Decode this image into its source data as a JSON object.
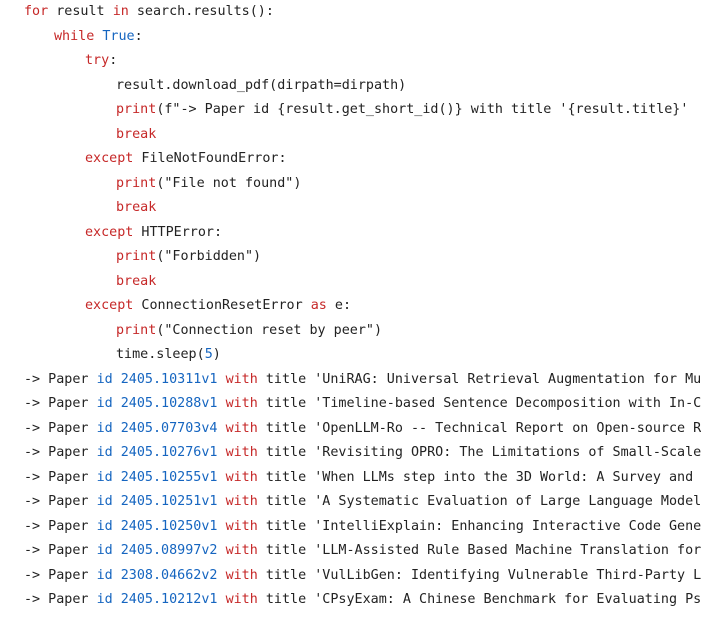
{
  "code": {
    "for_kw": "for",
    "result_var": "result",
    "in_kw": "in",
    "for_iter": "search.results():",
    "while_kw": "while",
    "true_const": "True",
    "while_colon": ":",
    "try_kw": "try",
    "try_colon": ":",
    "download_call": "result.download_pdf(dirpath=dirpath)",
    "print_fn": "print",
    "print1_args": "(f\"-> Paper id {result.get_short_id()} with title '{result.title}'",
    "break_kw": "break",
    "except_kw": "except",
    "exc1": " FileNotFoundError:",
    "print2_args": "(\"File not found\")",
    "exc2": " HTTPError:",
    "print3_args": "(\"Forbidden\")",
    "exc3": " ConnectionResetError ",
    "as_kw": "as",
    "exc3_tail": " e:",
    "print4_args": "(\"Connection reset by peer\")",
    "sleep_call": "time.sleep(",
    "sleep_val": "5",
    "sleep_close": ")"
  },
  "output": {
    "prefix": "-> Paper ",
    "id_kw": "id",
    "with_kw": "with",
    "title_kw": "title",
    "rows": [
      {
        "id": "2405.10311v1",
        "title": "'UniRAG: Universal Retrieval Augmentation for Mu"
      },
      {
        "id": "2405.10288v1",
        "title": "'Timeline-based Sentence Decomposition with In-C"
      },
      {
        "id": "2405.07703v4",
        "title": "'OpenLLM-Ro -- Technical Report on Open-source R"
      },
      {
        "id": "2405.10276v1",
        "title": "'Revisiting OPRO: The Limitations of Small-Scale"
      },
      {
        "id": "2405.10255v1",
        "title": "'When LLMs step into the 3D World: A Survey and "
      },
      {
        "id": "2405.10251v1",
        "title": "'A Systematic Evaluation of Large Language Model"
      },
      {
        "id": "2405.10250v1",
        "title": "'IntelliExplain: Enhancing Interactive Code Gene"
      },
      {
        "id": "2405.08997v2",
        "title": "'LLM-Assisted Rule Based Machine Translation for"
      },
      {
        "id": "2308.04662v2",
        "title": "'VulLibGen: Identifying Vulnerable Third-Party L"
      },
      {
        "id": "2405.10212v1",
        "title": "'CPsyExam: A Chinese Benchmark for Evaluating Ps"
      }
    ]
  },
  "colors": {
    "keyword": "#c62828",
    "constant": "#1565c0",
    "text": "#222222"
  }
}
